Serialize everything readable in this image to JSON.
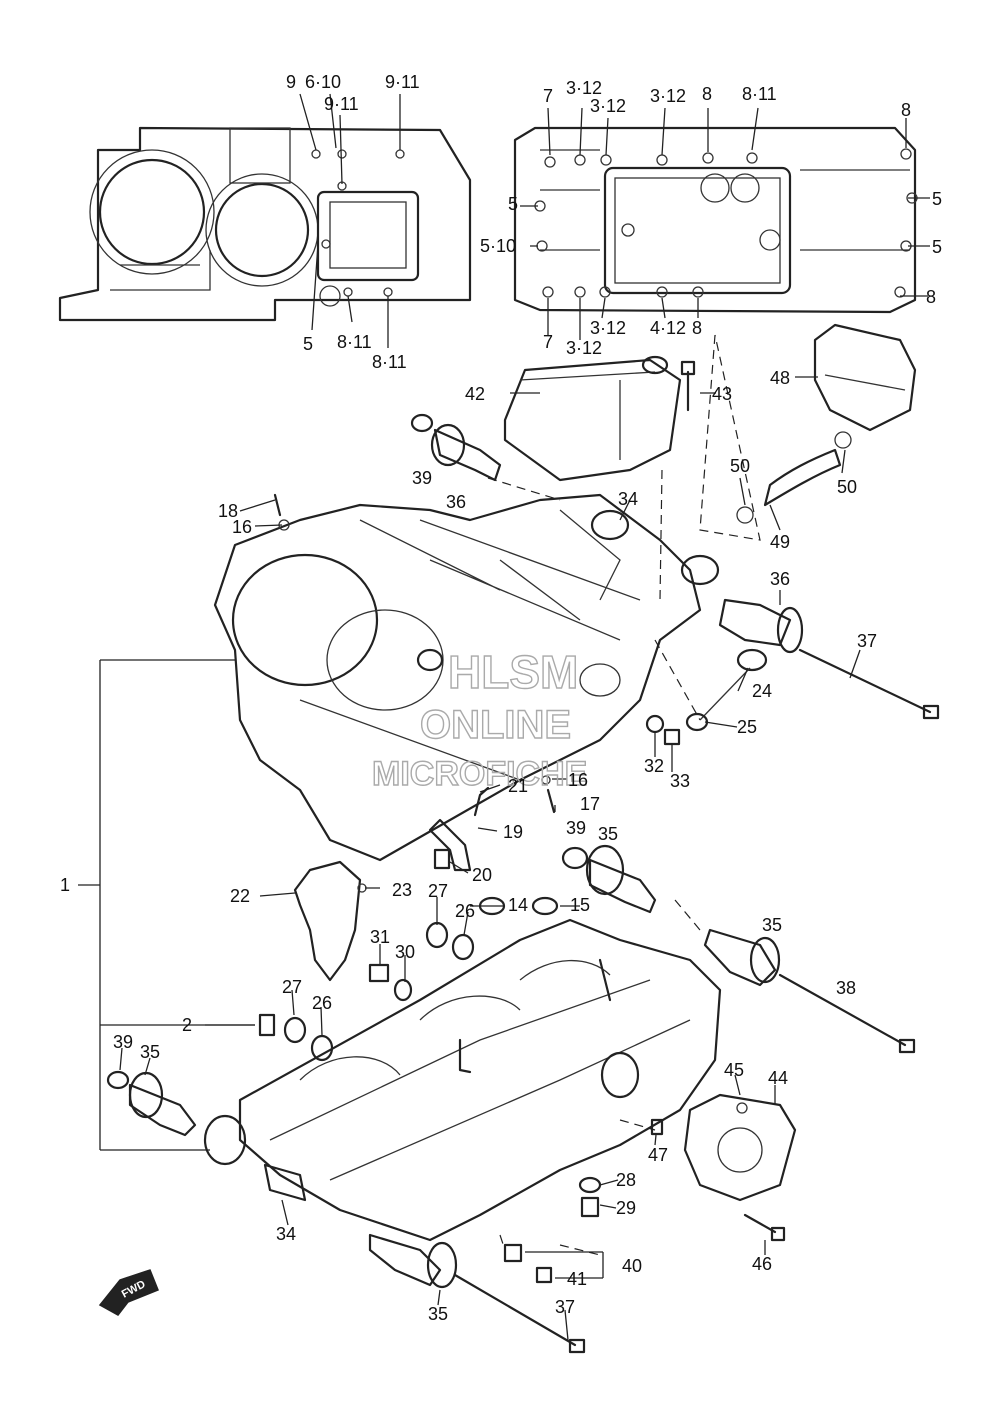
{
  "callouts": {
    "top_9": "9",
    "top_6_10": "6·10",
    "top_9_11_a": "9·11",
    "top_9_11_b": "9·11",
    "top_5_left": "5",
    "top_8_11_a": "8·11",
    "top_8_11_b": "8·11",
    "top_7_a": "7",
    "top_3_12_a": "3·12",
    "top_3_12_b": "3·12",
    "top_3_12_c": "3·12",
    "top_8_a": "8",
    "top_8_11_c": "8·11",
    "top_8_b": "8",
    "top_5_a": "5",
    "top_5_10": "5·10",
    "top_5_b": "5",
    "top_5_c": "5",
    "top_8_c": "8",
    "top_7_b": "7",
    "top_3_12_d": "3·12",
    "top_3_12_e": "3·12",
    "top_4_12": "4·12",
    "top_8_d": "8",
    "p42": "42",
    "p43": "43",
    "p48": "48",
    "p39a": "39",
    "p36a": "36",
    "p50a": "50",
    "p50b": "50",
    "p49": "49",
    "p34a": "34",
    "p18": "18",
    "p16a": "16",
    "p36b": "36",
    "p37a": "37",
    "p24": "24",
    "p25": "25",
    "p32": "32",
    "p33": "33",
    "p16b": "16",
    "p17": "17",
    "p21": "21",
    "p19": "19",
    "p39b": "39",
    "p35a": "35",
    "p1": "1",
    "p20": "20",
    "p22": "22",
    "p23": "23",
    "p27a": "27",
    "p14": "14",
    "p15": "15",
    "p26a": "26",
    "p31": "31",
    "p30": "30",
    "p35b": "35",
    "p27b": "27",
    "p26b": "26",
    "p38": "38",
    "p2": "2",
    "p39c": "39",
    "p35c": "35",
    "p45": "45",
    "p44": "44",
    "p47": "47",
    "p28": "28",
    "p29": "29",
    "p34b": "34",
    "p40": "40",
    "p41": "41",
    "p46": "46",
    "p35d": "35",
    "p37b": "37"
  },
  "watermark": {
    "line1": "HLSM",
    "line2": "ONLINE",
    "line3": "MICROFICHE"
  },
  "fwd_label": "FWD"
}
